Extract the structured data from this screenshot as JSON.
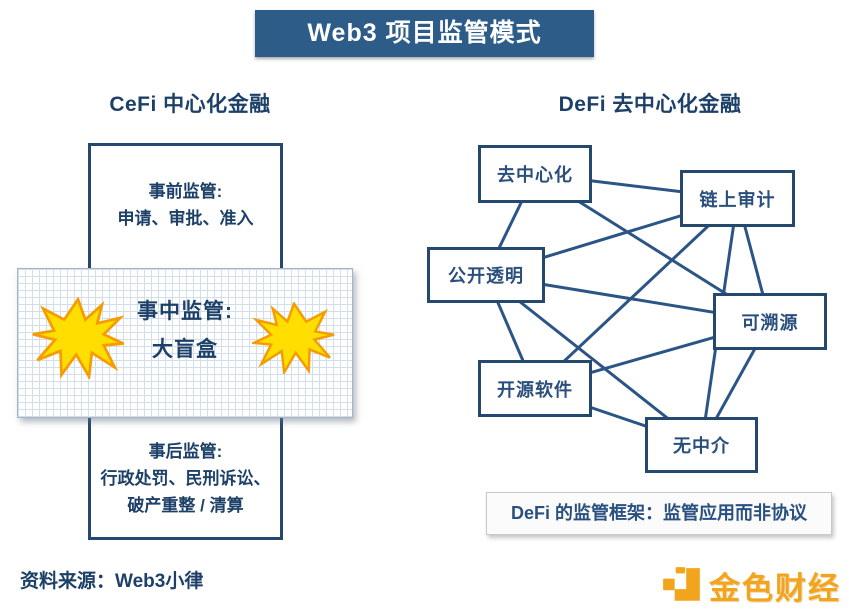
{
  "title": "Web3 项目监管模式",
  "cefi": {
    "heading": "CeFi 中心化金融",
    "pre": {
      "line1": "事前监管:",
      "line2": "申请、审批、准入"
    },
    "mid": {
      "line1": "事中监管:",
      "line2": "大盲盒"
    },
    "post": {
      "line1": "事后监管:",
      "line2": "行政处罚、民刑诉讼、",
      "line3": "破产重整 / 清算"
    }
  },
  "defi": {
    "heading": "DeFi 去中心化金融",
    "nodes": [
      {
        "id": "decentralization",
        "label": "去中心化"
      },
      {
        "id": "onchain-audit",
        "label": "链上审计"
      },
      {
        "id": "transparency",
        "label": "公开透明"
      },
      {
        "id": "traceability",
        "label": "可溯源"
      },
      {
        "id": "opensource",
        "label": "开源软件"
      },
      {
        "id": "no-intermediary",
        "label": "无中介"
      }
    ],
    "edges": [
      [
        "decentralization",
        "onchain-audit"
      ],
      [
        "decentralization",
        "transparency"
      ],
      [
        "decentralization",
        "traceability"
      ],
      [
        "transparency",
        "onchain-audit"
      ],
      [
        "transparency",
        "traceability"
      ],
      [
        "transparency",
        "opensource"
      ],
      [
        "transparency",
        "no-intermediary"
      ],
      [
        "onchain-audit",
        "opensource"
      ],
      [
        "onchain-audit",
        "traceability"
      ],
      [
        "onchain-audit",
        "no-intermediary"
      ],
      [
        "opensource",
        "traceability"
      ],
      [
        "opensource",
        "no-intermediary"
      ],
      [
        "traceability",
        "no-intermediary"
      ]
    ],
    "note": "DeFi 的监管框架：监管应用而非协议"
  },
  "footer": {
    "source": "资料来源：Web3小律",
    "logo_text": "金色财经"
  },
  "icons": {
    "burst_left": "burst-explosion-icon",
    "burst_right": "burst-explosion-icon",
    "logo": "jinse-finance-logo-icon"
  },
  "colors": {
    "banner_bg": "#2d5c88",
    "navy_text": "#1d4068",
    "box_border": "#24486e",
    "edge_line": "#2b5586",
    "burst_fill": "#ffde00",
    "burst_stroke": "#f59c00",
    "grid_line": "#d2deec",
    "logo_gold": "#f2a51c"
  }
}
